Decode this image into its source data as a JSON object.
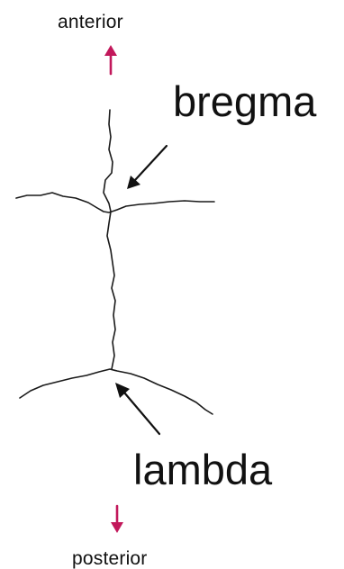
{
  "labels": {
    "anterior": "anterior",
    "bregma": "bregma",
    "lambda": "lambda",
    "posterior": "posterior"
  },
  "colors": {
    "direction_arrow": "#c2185b",
    "suture_line": "#1a1a1a",
    "pointer_arrow": "#111111",
    "background": "#ffffff"
  }
}
